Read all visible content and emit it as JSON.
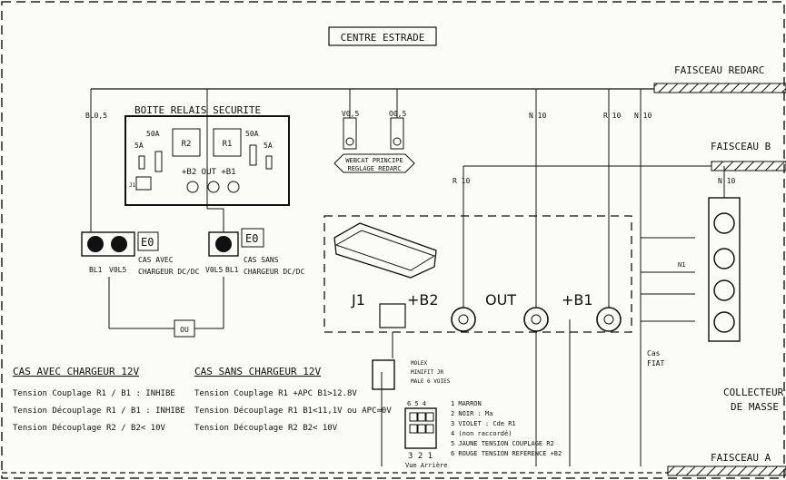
{
  "title": "CENTRE ESTRADE",
  "harness": {
    "redarc": "FAISCEAU REDARC",
    "b": "FAISCEAU B",
    "a": "FAISCEAU A"
  },
  "wire_labels": {
    "bl05": "BL0,5",
    "v05": "V0,5",
    "o05": "O0,5",
    "n10": "N 10",
    "r10": "R 10"
  },
  "relay_box": {
    "title": "BOITE   RELAIS SECURITE",
    "r2": "R2",
    "r1": "R1",
    "f50a_left": "50A",
    "f50a_right": "50A",
    "f5a_left": "5A",
    "f5a_right": "5A",
    "j1_small": "J1",
    "terminals": "+B2  OUT +B1"
  },
  "webcat": {
    "line1": "WEBCAT PRINCIPE",
    "line2": "REGLAGE REDARC"
  },
  "connectors": {
    "e0_left": "E0",
    "e0_right": "E0",
    "bl1_left": "BL1",
    "v05_left": "V0L5",
    "v05_right": "V0L5",
    "bl1_right": "BL1",
    "cas_avec_1": "CAS AVEC",
    "cas_avec_2": "CHARGEUR DC/DC",
    "cas_sans_1": "CAS SANS",
    "cas_sans_2": "CHARGEUR DC/DC",
    "ou": "OU"
  },
  "module": {
    "j1": "J1",
    "b2": "+B2",
    "out": "OUT",
    "b1": "+B1"
  },
  "molex": {
    "line1": "MOLEX",
    "line2": "MINIFIT JR",
    "line3": "MALE 6 VOIES",
    "top_nums": "6 5 4",
    "bottom_nums": "3 2 1",
    "view": "Vue Arrière"
  },
  "pinout": [
    "1 MARRON",
    "2 NOIR : Ma",
    "3 VIOLET : Cde R1",
    "4 (non raccordé)",
    "5 JAUNE TENSION COUPLAGE R2",
    "6 ROUGE TENSION REFERENCE +B2"
  ],
  "notes_avec": {
    "heading": "CAS AVEC CHARGEUR 12V",
    "lines": [
      "Tension Couplage R1 / B1 : INHIBE",
      "Tension Découplage R1 / B1 : INHIBE",
      "Tension Découplage R2 / B2< 10V"
    ]
  },
  "notes_sans": {
    "heading": "CAS SANS CHARGEUR 12V",
    "lines": [
      "Tension Couplage R1 +APC B1>12.8V",
      "Tension Découplage R1 B1<11,1V ou APC=0V",
      "Tension Découplage R2  B2< 10V"
    ]
  },
  "collector": {
    "line1": "COLLECTEUR",
    "line2": "DE MASSE",
    "n1": "N1",
    "cas1": "Cas",
    "cas2": "FIAT"
  }
}
